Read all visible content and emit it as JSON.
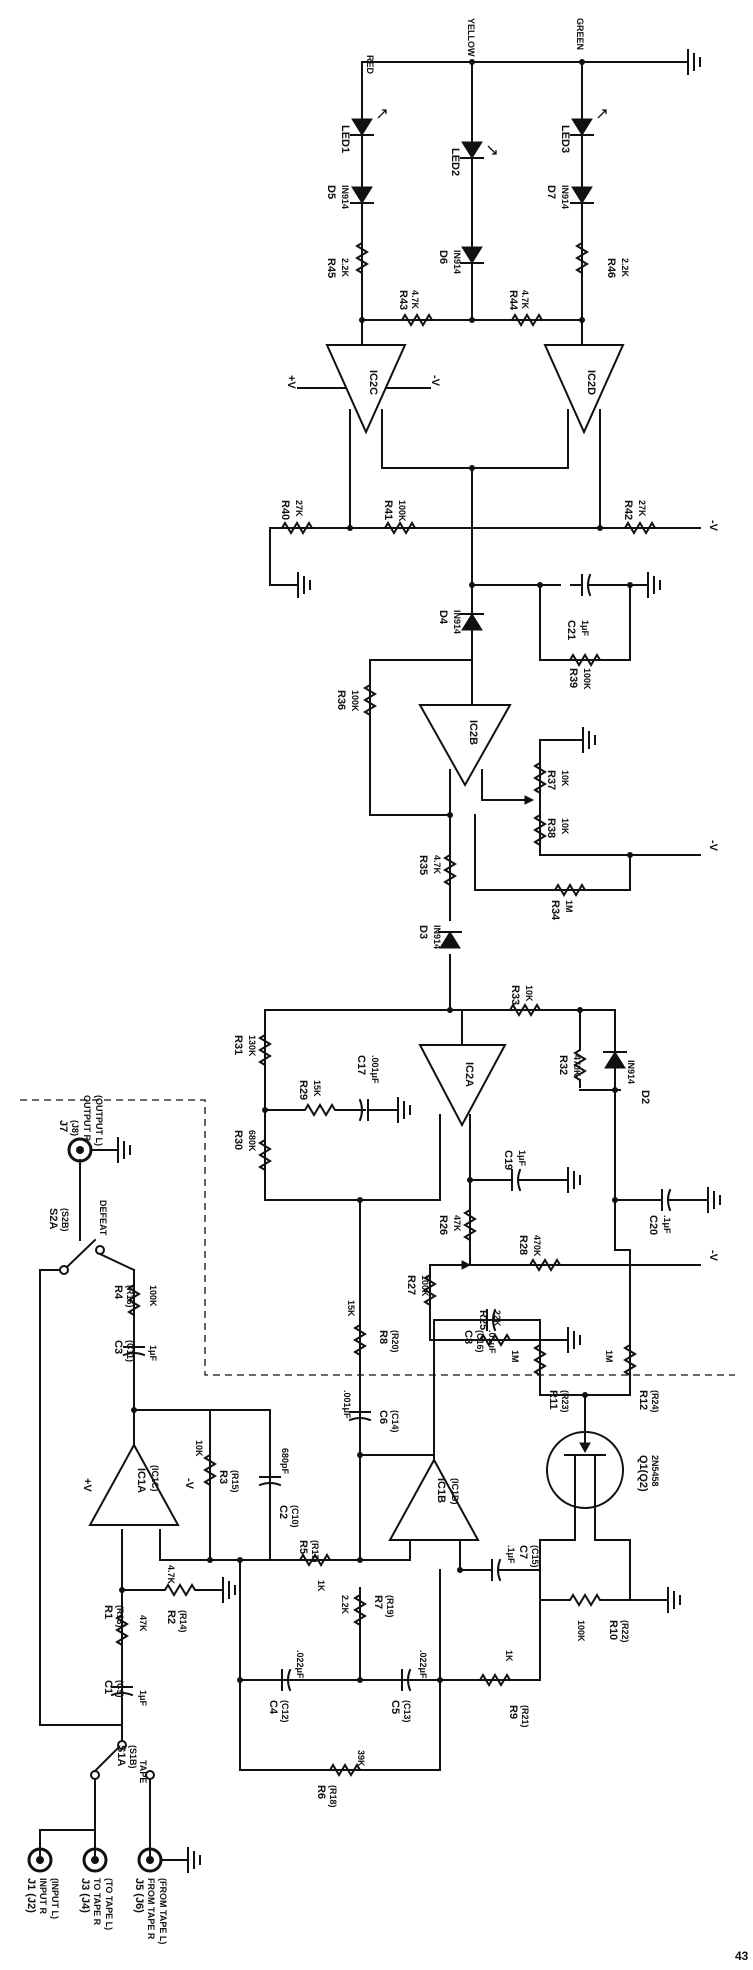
{
  "labels": {
    "red": "RED",
    "yellow": "YELLOW",
    "green": "GREEN",
    "led1": "LED1",
    "led2": "LED2",
    "led3": "LED3",
    "d5": "D5",
    "d5v": "IN914",
    "d6": "D6",
    "d6v": "IN914",
    "d7": "D7",
    "d7v": "IN914",
    "r45": "R45",
    "r45v": "2.2K",
    "r46": "R46",
    "r46v": "2.2K",
    "r43": "R43",
    "r43v": "4.7K",
    "r44": "R44",
    "r44v": "4.7K",
    "ic2c": "IC2C",
    "ic2d": "IC2D",
    "vplus": "+V",
    "vminus": "-V",
    "r40": "R40",
    "r40v": "27K",
    "r41": "R41",
    "r41v": "100K",
    "r42": "R42",
    "r42v": "27K",
    "minusv": "-V",
    "d4": "D4",
    "d4v": "IN914",
    "c21": "C21",
    "c21v": "1μF",
    "r39": "R39",
    "r39v": "100K",
    "r36": "R36",
    "r36v": "100K",
    "ic2b": "IC2B",
    "r37": "R37",
    "r37v": "10K",
    "r38": "R38",
    "r38v": "10K",
    "r35": "R35",
    "r35v": "4.7K",
    "r34": "R34",
    "r34v": "1M",
    "d3": "D3",
    "d3v": "IN914",
    "r31": "R31",
    "r31v": "130K",
    "r29": "R29",
    "r29v": "15K",
    "c17": "C17",
    "c17v": ".001μF",
    "ic2a": "IC2A",
    "r33": "R33",
    "r33v": "10K",
    "r32": "R32",
    "r32v": "470K",
    "d2": "D2",
    "d2v": "IN914",
    "r30": "R30",
    "r30v": "680K",
    "c19": "C19",
    "c19v": "1μF",
    "c20": "C20",
    "c20v": ".1μF",
    "r26": "R26",
    "r26v": "47K",
    "r28": "R28",
    "r28v": "470K",
    "r27": "R27",
    "r27v": "100K",
    "r25": "R25",
    "r25v": "22K",
    "j7": "J7",
    "j8": "(J8)",
    "outr": "OUTPUT R",
    "outl": "(OUTPUT L)",
    "s2a": "S2A",
    "s2b": "(S2B)",
    "defeat": "DEFEAT",
    "r4": "R4",
    "r4b": "(R16)",
    "r4v": "100K",
    "c3": "C3",
    "c3b": "(C11)",
    "c3v": "1μF",
    "ic1a": "IC1A",
    "ic1c": "(IC1C)",
    "r3": "R3",
    "r3b": "(R15)",
    "r3v": "10K",
    "c2": "C2",
    "c2b": "(C10)",
    "c2v": "680pF",
    "r5": "R5",
    "r5b": "(R17)",
    "r5v": "1K",
    "r8": "R8",
    "r8b": "(R20)",
    "r8v": "15K",
    "c6": "C6",
    "c6b": "(C14)",
    "c6v": ".001μF",
    "c8": "C8",
    "c8b": "(C16)",
    "c8v": ".01μF",
    "r11": "R11",
    "r11b": "(R23)",
    "r11v": "1M",
    "r12": "R12",
    "r12b": "(R24)",
    "r12v": "1M",
    "ic1b": "IC1B",
    "ic1d": "(IC1D)",
    "q1": "Q1(Q2)",
    "q1v": "2N5458",
    "c7": "C7",
    "c7b": "(C15)",
    "c7v": ".1μF",
    "r10": "R10",
    "r10b": "(R22)",
    "r10v": "100K",
    "r7": "R7",
    "r7b": "(R19)",
    "r7v": "2.2K",
    "c4": "C4",
    "c4b": "(C12)",
    "c4v": ".022μF",
    "c5": "C5",
    "c5b": "(C13)",
    "c5v": ".022μF",
    "r9": "R9",
    "r9b": "(R21)",
    "r9v": "1K",
    "r6": "R6",
    "r6b": "(R18)",
    "r6v": "39K",
    "r1": "R1",
    "r1b": "(R13)",
    "r1v": "47K",
    "r2": "R2",
    "r2b": "(R14)",
    "r2v": "4.7K",
    "c1": "C1",
    "c1b": "(C9)",
    "c1v": "1μF",
    "s1a": "S1A",
    "s1b": "(S1B)",
    "tape": "TAPE",
    "j1": "J1 (J2)",
    "j1a": "INPUT R",
    "j1b": "(INPUT L)",
    "j3": "J3 (J4)",
    "j3a": "TO TAPE R",
    "j3b": "(TO TAPE L)",
    "j5": "J5 (J6)",
    "j5a": "FROM TAPE R",
    "j5b": "(FROM TAPE L)",
    "page": "43"
  }
}
